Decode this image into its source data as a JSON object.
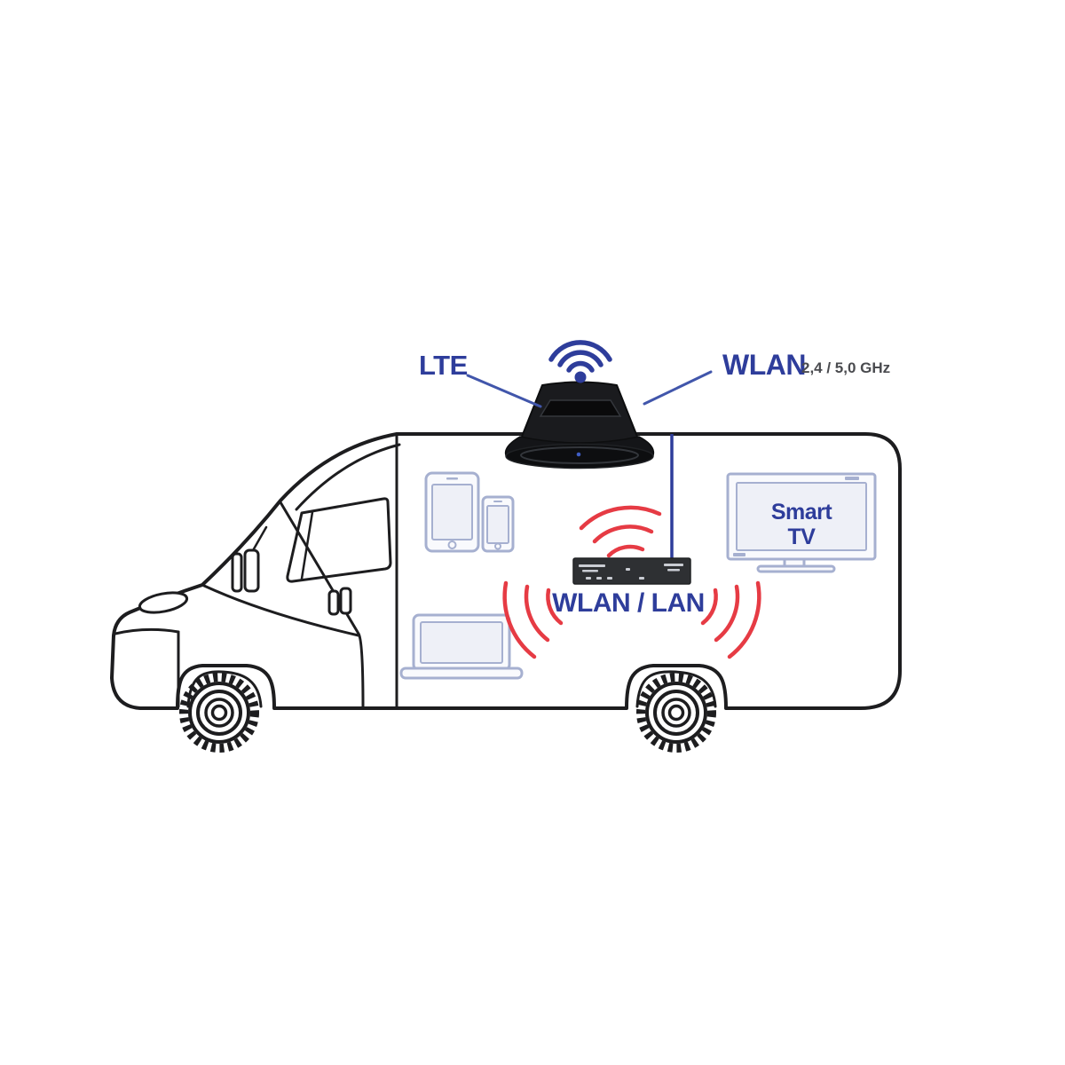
{
  "labels": {
    "lte": "LTE",
    "wlan": "WLAN",
    "wlan_freq": "2,4 / 5,0 GHz",
    "wlan_lan": "WLAN / LAN",
    "tv_line1": "Smart",
    "tv_line2": "TV"
  },
  "colors": {
    "label_blue": "#2e3d9b",
    "wave_red": "#e63b44",
    "outline_black": "#1d1d1f",
    "device_stroke": "#a6b0d0"
  },
  "elements": {
    "vehicle": "camper-van",
    "antenna": "roof-antenna",
    "router": "wlan-router",
    "connection": "antenna-to-router-cable",
    "devices": [
      "tablet",
      "smartphone",
      "laptop",
      "smart-tv"
    ]
  }
}
